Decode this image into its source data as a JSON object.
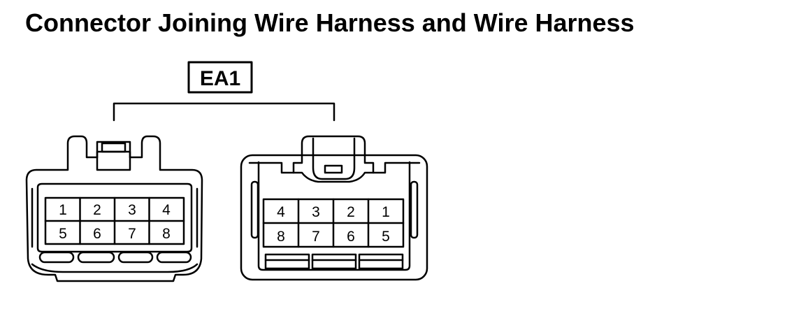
{
  "title": "Connector Joining Wire Harness and Wire Harness",
  "connector_code": "EA1",
  "left_connector": {
    "top_row": [
      "1",
      "2",
      "3",
      "4"
    ],
    "bottom_row": [
      "5",
      "6",
      "7",
      "8"
    ]
  },
  "right_connector": {
    "top_row": [
      "4",
      "3",
      "2",
      "1"
    ],
    "bottom_row": [
      "8",
      "7",
      "6",
      "5"
    ]
  },
  "colors": {
    "ink": "#000000",
    "paper": "#ffffff"
  }
}
